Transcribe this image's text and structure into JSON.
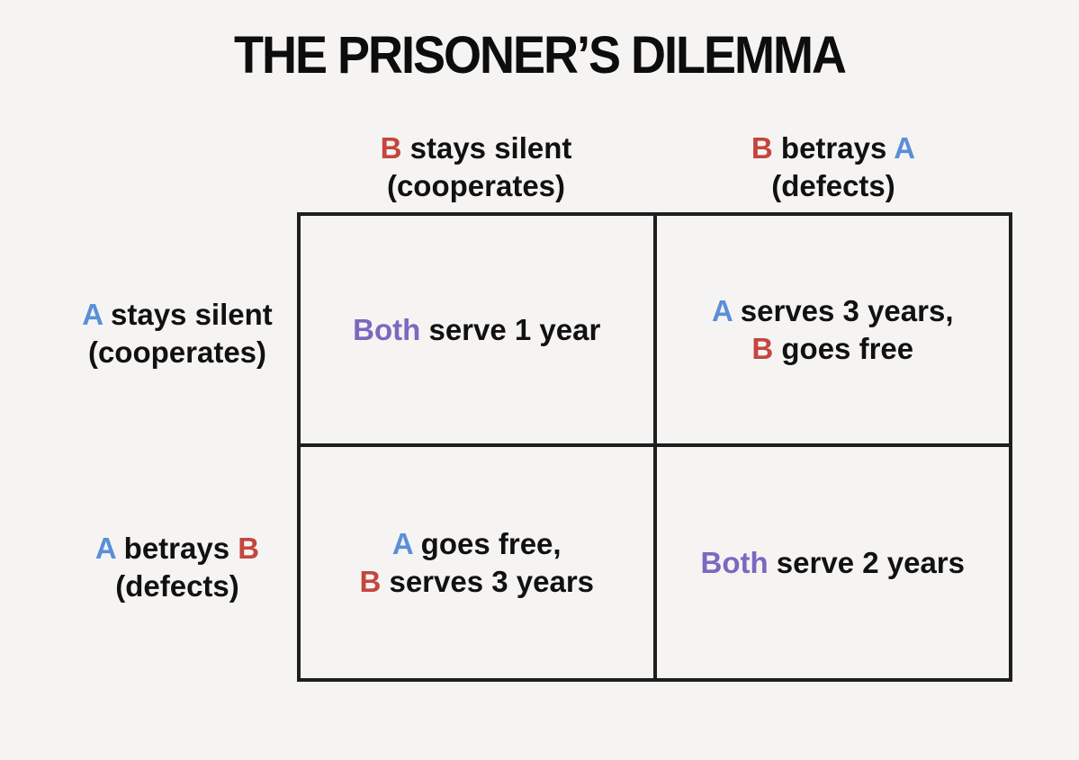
{
  "title": "THE PRISONER’S DILEMMA",
  "colors": {
    "background": "#f5f4f2",
    "grid": "#1e1e1e",
    "text": "#111111",
    "a": "#5a8fd8",
    "b": "#c4463e",
    "both": "#7b68c0"
  },
  "column_headers": [
    {
      "line1": [
        {
          "t": "B",
          "c": "b"
        },
        {
          "t": " stays silent",
          "c": "text"
        }
      ],
      "line2": [
        {
          "t": "(cooperates)",
          "c": "text"
        }
      ]
    },
    {
      "line1": [
        {
          "t": "B",
          "c": "b"
        },
        {
          "t": " betrays ",
          "c": "text"
        },
        {
          "t": "A",
          "c": "a"
        }
      ],
      "line2": [
        {
          "t": "(defects)",
          "c": "text"
        }
      ]
    }
  ],
  "row_headers": [
    {
      "line1": [
        {
          "t": "A",
          "c": "a"
        },
        {
          "t": " stays silent",
          "c": "text"
        }
      ],
      "line2": [
        {
          "t": "(cooperates)",
          "c": "text"
        }
      ]
    },
    {
      "line1": [
        {
          "t": "A",
          "c": "a"
        },
        {
          "t": " betrays ",
          "c": "text"
        },
        {
          "t": "B",
          "c": "b"
        }
      ],
      "line2": [
        {
          "t": "(defects)",
          "c": "text"
        }
      ]
    }
  ],
  "cells": [
    {
      "position": "row1-col1",
      "lines": [
        [
          {
            "t": "Both",
            "c": "both"
          },
          {
            "t": " serve 1 year",
            "c": "text"
          }
        ]
      ]
    },
    {
      "position": "row1-col2",
      "lines": [
        [
          {
            "t": "A",
            "c": "a"
          },
          {
            "t": " serves 3 years,",
            "c": "text"
          }
        ],
        [
          {
            "t": "B",
            "c": "b"
          },
          {
            "t": " goes free",
            "c": "text"
          }
        ]
      ]
    },
    {
      "position": "row2-col1",
      "lines": [
        [
          {
            "t": "A",
            "c": "a"
          },
          {
            "t": " goes free,",
            "c": "text"
          }
        ],
        [
          {
            "t": "B",
            "c": "b"
          },
          {
            "t": " serves 3 years",
            "c": "text"
          }
        ]
      ]
    },
    {
      "position": "row2-col2",
      "lines": [
        [
          {
            "t": "Both",
            "c": "both"
          },
          {
            "t": " serve 2 years",
            "c": "text"
          }
        ]
      ]
    }
  ]
}
